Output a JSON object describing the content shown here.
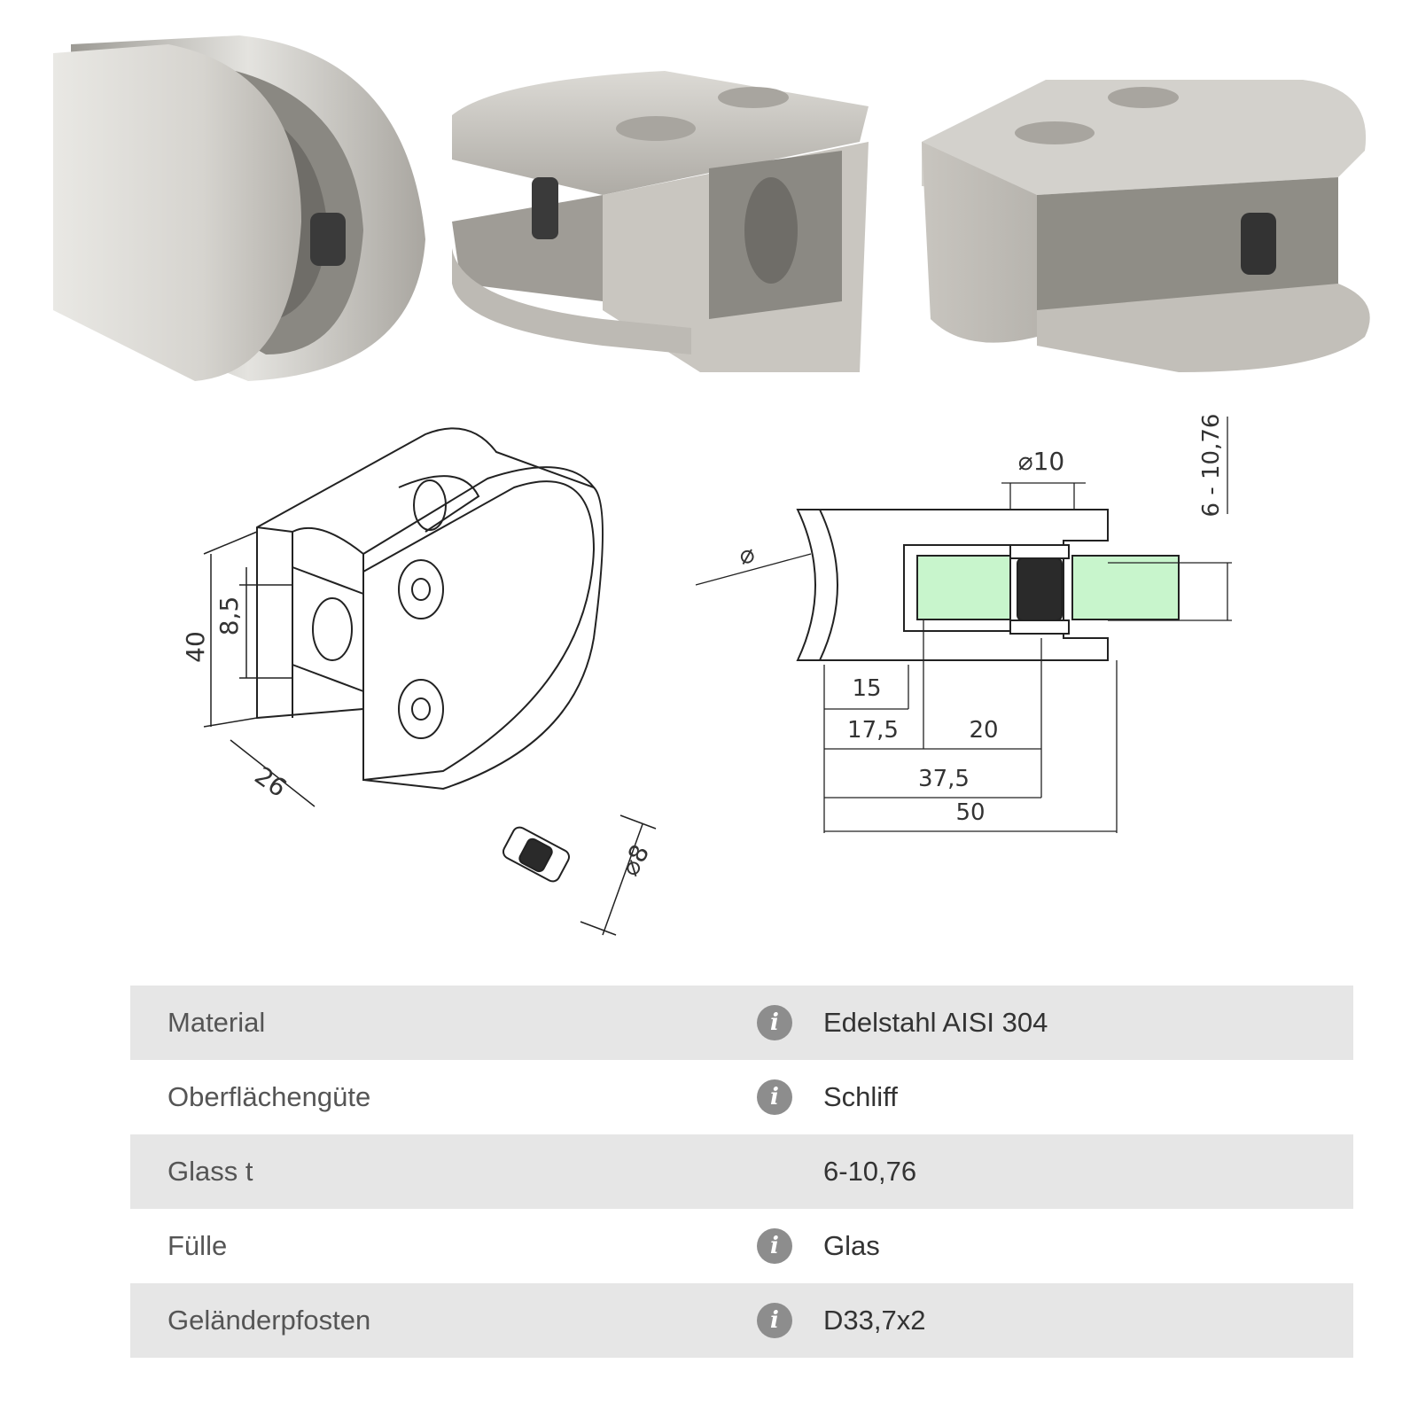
{
  "dimensions": {
    "iso_height": "40",
    "iso_depth": "26",
    "iso_slot": "8,5",
    "pin_diameter": "⌀8",
    "bore_diameter": "⌀10",
    "post_diameter": "⌀",
    "glass_range": "6 - 10,76",
    "dim_15": "15",
    "dim_17_5": "17,5",
    "dim_20": "20",
    "dim_37_5": "37,5",
    "dim_50": "50"
  },
  "specs": [
    {
      "label": "Material",
      "value": "Edelstahl AISI 304",
      "info_icon": "info-icon",
      "has_info": true
    },
    {
      "label": "Oberflächengüte",
      "value": "Schliff",
      "info_icon": "info-icon",
      "has_info": true
    },
    {
      "label": "Glass t",
      "value": "6-10,76",
      "has_info": false
    },
    {
      "label": "Fülle",
      "value": "Glas",
      "info_icon": "info-icon",
      "has_info": true
    },
    {
      "label": "Geländerpfosten",
      "value": "D33,7x2",
      "info_icon": "info-icon",
      "has_info": true
    }
  ],
  "info_glyph": "i",
  "colors": {
    "steel": "#c9c6c0",
    "cast": "#8f8d86",
    "glass": "#c8f5cc",
    "row_shade": "#e6e6e6",
    "icon": "#8d8d8d"
  }
}
